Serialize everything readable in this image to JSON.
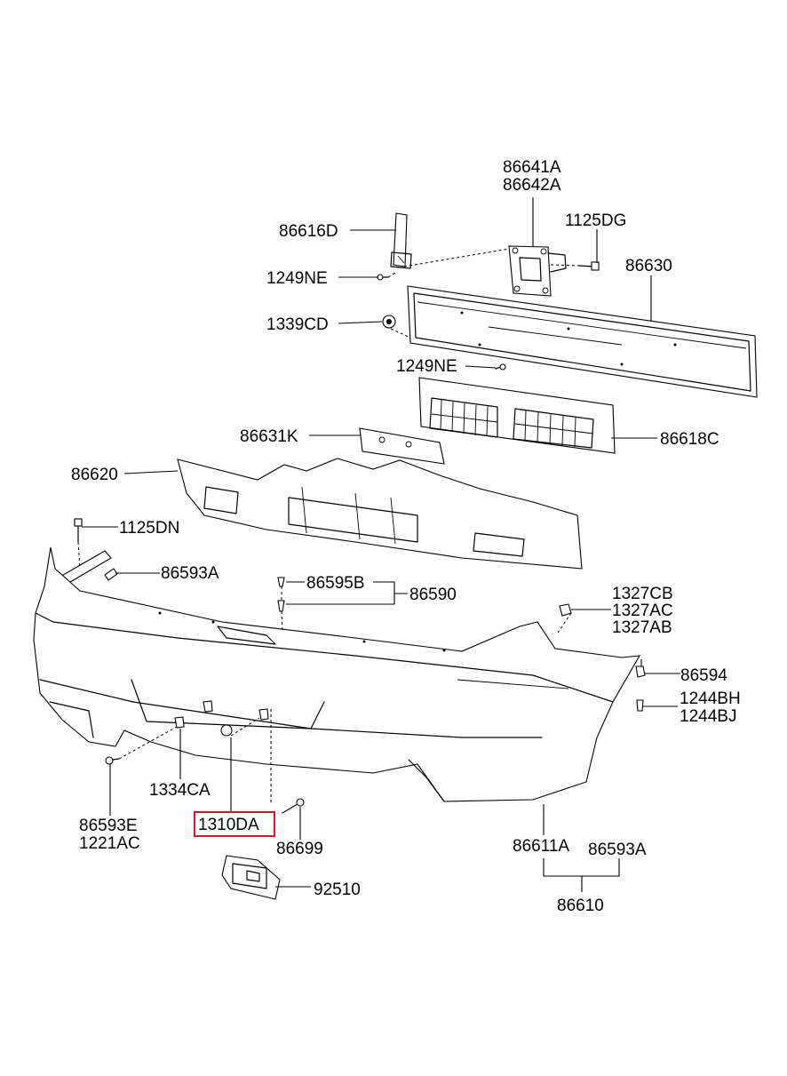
{
  "highlight_color": "#e0141b",
  "labels": {
    "p86641A": "86641A",
    "p86642A": "86642A",
    "p1125DG": "1125DG",
    "p86616D": "86616D",
    "p86630": "86630",
    "p1249NE_a": "1249NE",
    "p1339CD": "1339CD",
    "p1249NE_b": "1249NE",
    "p86631K": "86631K",
    "p86618C": "86618C",
    "p86620": "86620",
    "p1125DN": "1125DN",
    "p86593A_a": "86593A",
    "p86595B": "86595B",
    "p86590": "86590",
    "p1327CB": "1327CB",
    "p1327AC": "1327AC",
    "p1327AB": "1327AB",
    "p86594": "86594",
    "p1244BH": "1244BH",
    "p1244BJ": "1244BJ",
    "p1334CA": "1334CA",
    "p86593E": "86593E",
    "p1221AC": "1221AC",
    "p1310DA": "1310DA",
    "p86699": "86699",
    "p86611A": "86611A",
    "p86593A_b": "86593A",
    "p92510": "92510",
    "p86610": "86610"
  }
}
